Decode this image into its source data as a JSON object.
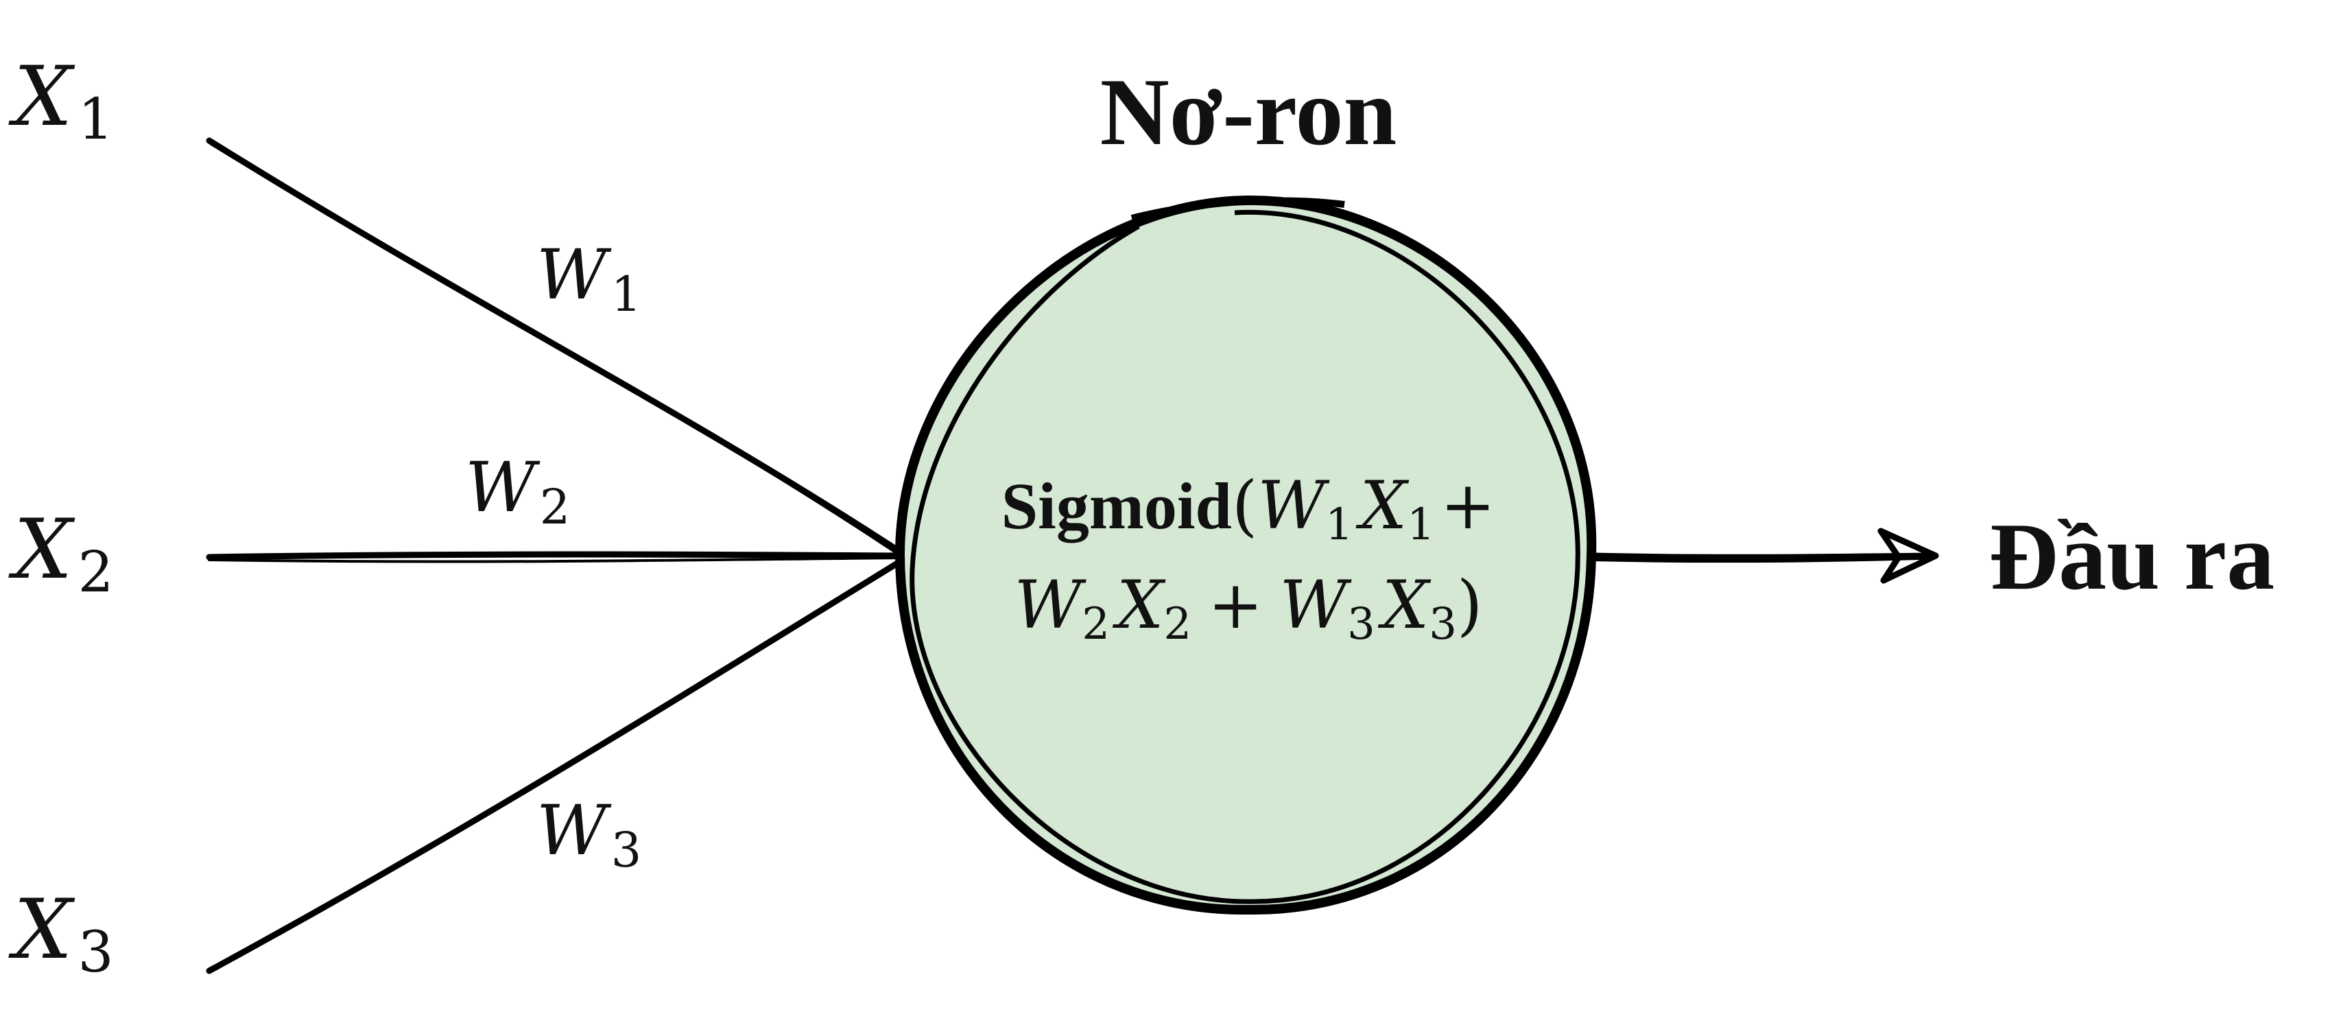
{
  "inputs": [
    {
      "var": "X",
      "sub": "1"
    },
    {
      "var": "X",
      "sub": "2"
    },
    {
      "var": "X",
      "sub": "3"
    }
  ],
  "weights": [
    {
      "var": "W",
      "sub": "1"
    },
    {
      "var": "W",
      "sub": "2"
    },
    {
      "var": "W",
      "sub": "3"
    }
  ],
  "neuron": {
    "title": "Nơ-ron",
    "function_name": "Sigmoid",
    "open_paren": "(",
    "close_paren": ")",
    "plus": "+",
    "fill_color": "#d5e8d4",
    "stroke_color": "#000000"
  },
  "output": {
    "label": "Đầu ra"
  }
}
